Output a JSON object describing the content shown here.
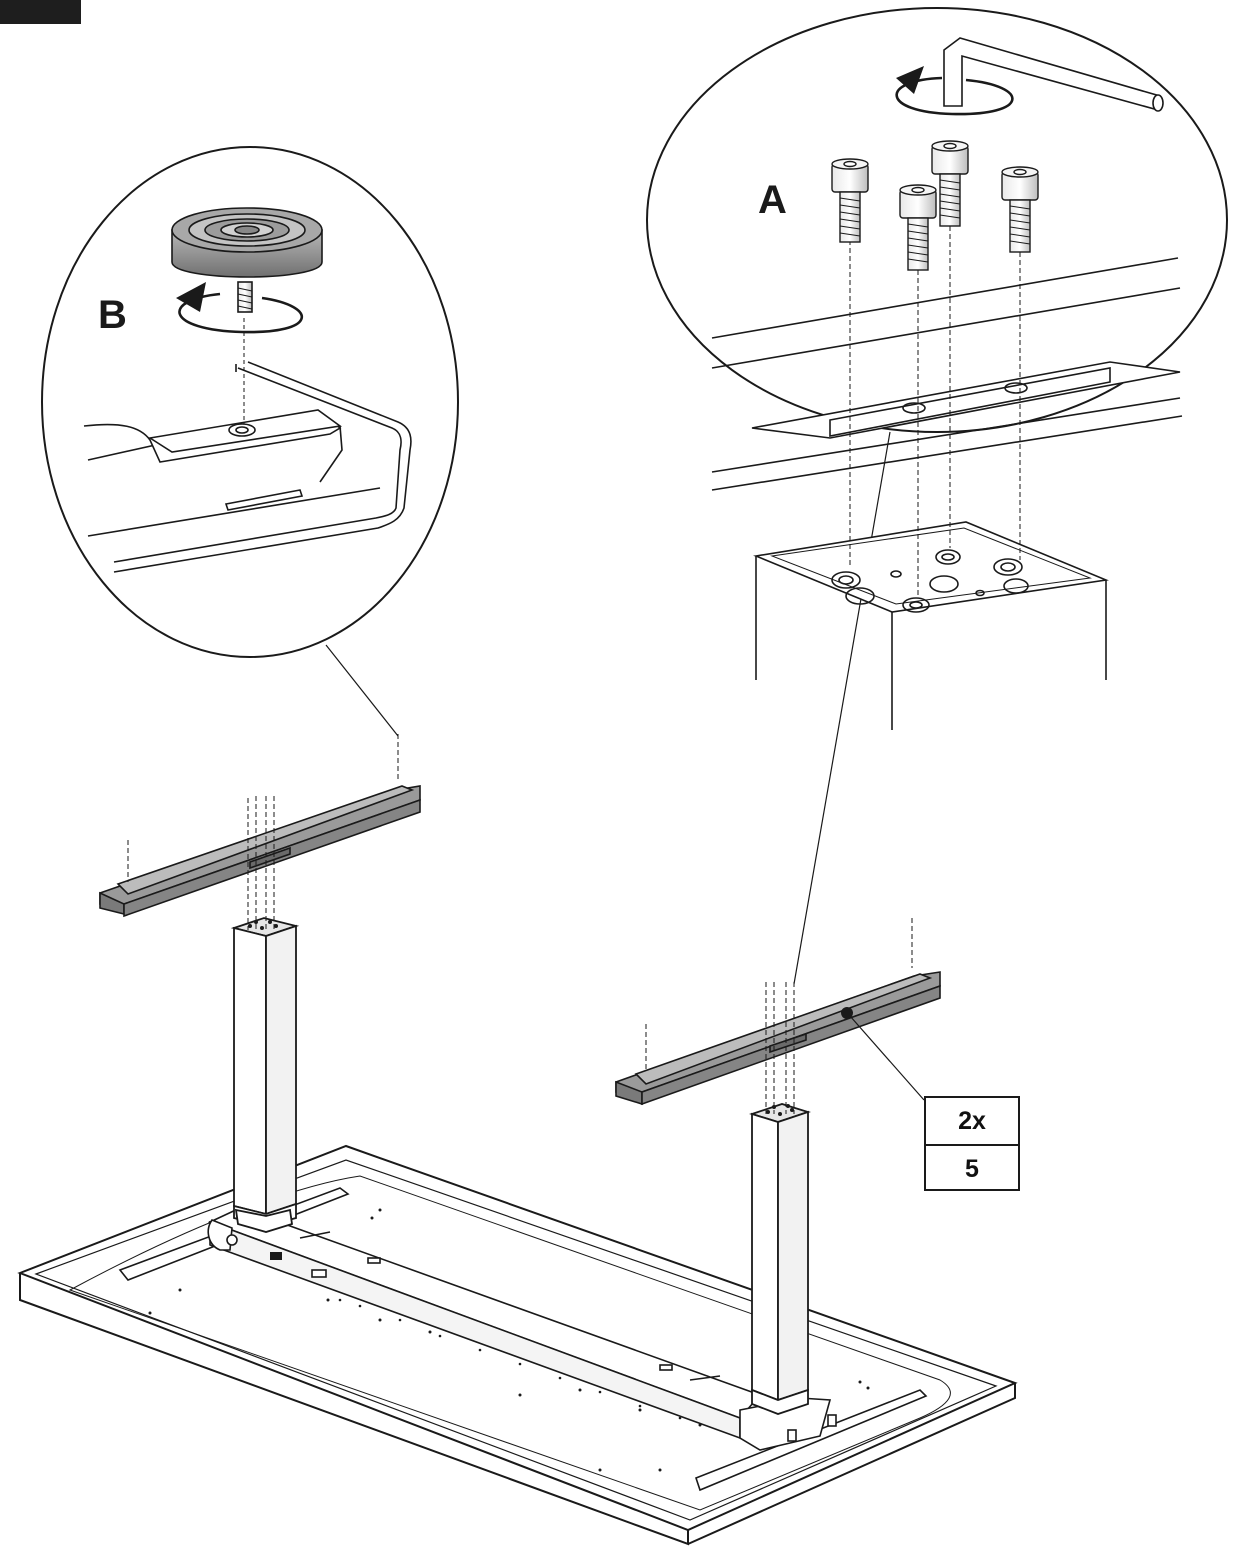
{
  "callouts": {
    "a": {
      "letter": "A"
    },
    "b": {
      "letter": "B"
    }
  },
  "quantity_box": {
    "count": "2x",
    "part_number": "5"
  },
  "colors": {
    "line": "#1a1a1a",
    "part_gray": "#8c8c8c",
    "part_dark": "#6e6e6e",
    "background": "#ffffff"
  }
}
